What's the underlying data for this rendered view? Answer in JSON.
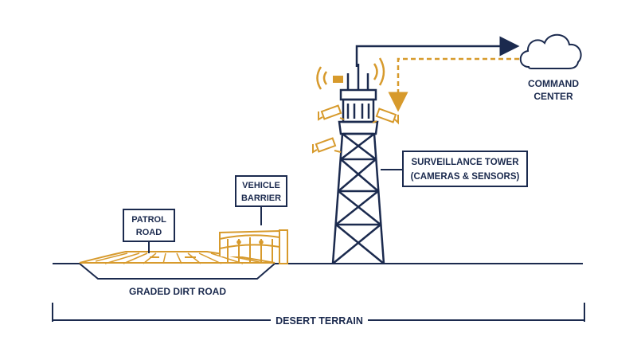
{
  "labels": {
    "command_center_line1": "COMMAND",
    "command_center_line2": "CENTER",
    "surveillance_tower_line1": "SURVEILLANCE TOWER",
    "surveillance_tower_line2": "(CAMERAS & SENSORS)",
    "vehicle_barrier_line1": "VEHICLE",
    "vehicle_barrier_line2": "BARRIER",
    "patrol_road_line1": "PATROL",
    "patrol_road_line2": "ROAD",
    "graded_dirt_road": "GRADED DIRT ROAD",
    "desert_terrain": "DESERT TERRAIN"
  },
  "colors": {
    "navy": "#1b2a4e",
    "gold": "#d79a2c",
    "background": "#ffffff"
  },
  "icons": [
    "cloud-icon",
    "antenna-icon",
    "camera-icon",
    "signal-waves-icon",
    "lattice-tower-icon",
    "guard-rail-icon"
  ]
}
